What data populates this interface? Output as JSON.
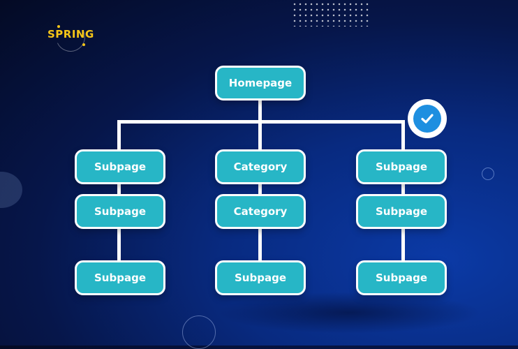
{
  "brand": {
    "logo_text": "SPRING",
    "accent_color": "#f5c518"
  },
  "colors": {
    "node_fill": "#27b6c6",
    "node_border": "#ffffff",
    "connector": "#ffffff",
    "check_fill": "#1e8fe0"
  },
  "diagram": {
    "root": {
      "label": "Homepage"
    },
    "columns": [
      {
        "nodes": [
          {
            "label": "Subpage"
          },
          {
            "label": "Subpage"
          },
          {
            "label": "Subpage"
          }
        ]
      },
      {
        "nodes": [
          {
            "label": "Category"
          },
          {
            "label": "Category"
          },
          {
            "label": "Subpage"
          }
        ]
      },
      {
        "nodes": [
          {
            "label": "Subpage"
          },
          {
            "label": "Subpage"
          },
          {
            "label": "Subpage"
          }
        ]
      }
    ],
    "status_icon": "checkmark-icon"
  }
}
